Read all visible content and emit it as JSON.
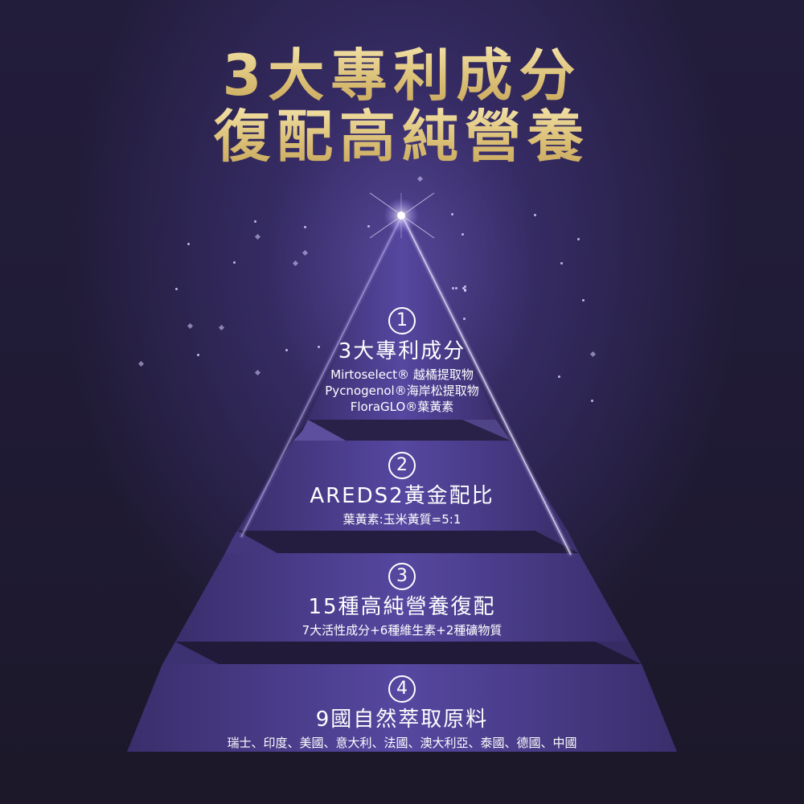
{
  "headline": {
    "line1": "3大專利成分",
    "line2": "復配高純營養"
  },
  "colors": {
    "headline_gold": "#e6cf8e",
    "background": "#1e1a30",
    "pyramid_purple": "#4b3c8c",
    "band_dark": "#2a2148",
    "edge_glow": "#c9b8ff"
  },
  "tiers": [
    {
      "number": "1",
      "title": "3大專利成分",
      "lines": [
        "Mirtoselect® 越橘提取物",
        "Pycnogenol®海岸松提取物",
        "FloraGLO®葉黃素"
      ]
    },
    {
      "number": "2",
      "title": "AREDS2黃金配比",
      "lines": [
        "葉黃素:玉米黃質=5:1"
      ]
    },
    {
      "number": "3",
      "title": "15種高純營養復配",
      "lines": [
        "7大活性成分+6種維生素+2種礦物質"
      ]
    },
    {
      "number": "4",
      "title": "9國自然萃取原料",
      "lines": [
        "瑞士、印度、美國、意大利、法國、澳大利亞、泰國、德國、中國"
      ]
    }
  ]
}
